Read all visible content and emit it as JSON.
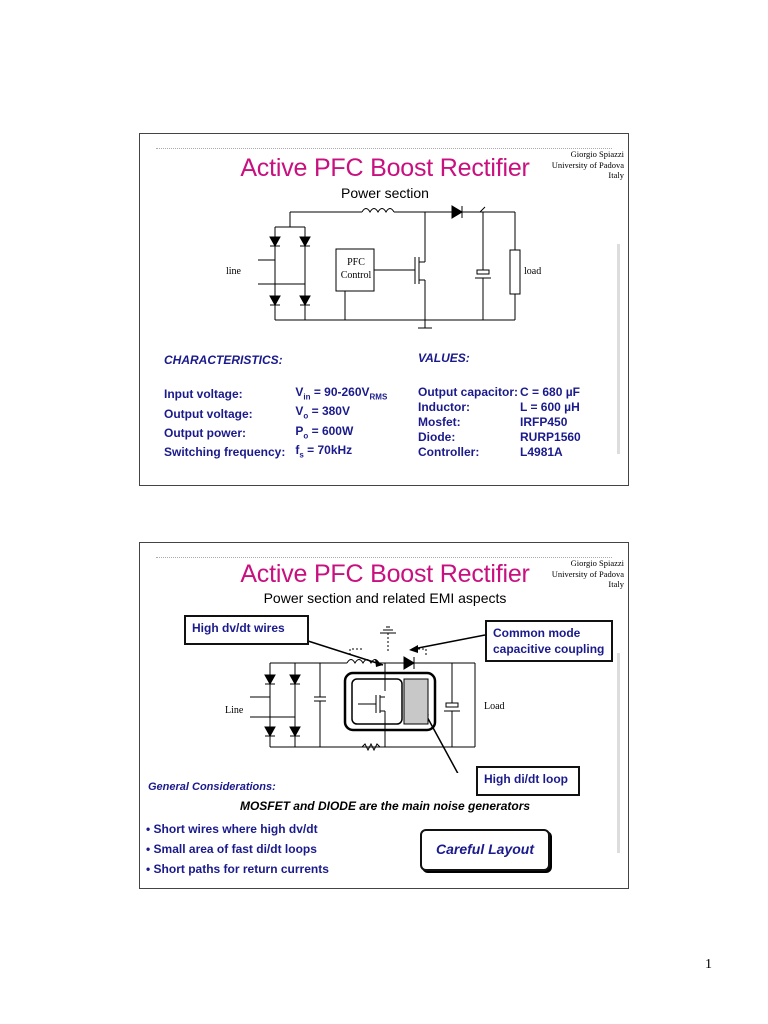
{
  "slide1": {
    "author": [
      "Giorgio Spiazzi",
      "University of Padova",
      "Italy"
    ],
    "title": "Active PFC Boost Rectifier",
    "subtitle": "Power section",
    "diagram_labels": {
      "line": "line",
      "pfc_control": [
        "PFC",
        "Control"
      ],
      "load": "load"
    },
    "characteristics_heading": "CHARACTERISTICS:",
    "values_heading": "VALUES:",
    "characteristics": [
      {
        "label": "Input voltage:",
        "symbol": "V",
        "sub": "in",
        "value": " = 90-260V",
        "value_sub": "RMS"
      },
      {
        "label": "Output voltage:",
        "symbol": "V",
        "sub": "o",
        "value": " = 380V",
        "value_sub": ""
      },
      {
        "label": "Output power:",
        "symbol": "P",
        "sub": "o",
        "value": " = 600W",
        "value_sub": ""
      },
      {
        "label": "Switching frequency:",
        "symbol": "f",
        "sub": "s",
        "value": " = 70kHz",
        "value_sub": ""
      }
    ],
    "values": [
      {
        "label": "Output capacitor:",
        "value": "C = 680 µF"
      },
      {
        "label": "Inductor:",
        "value": "L = 600 µH"
      },
      {
        "label": "Mosfet:",
        "value": "IRFP450"
      },
      {
        "label": "Diode:",
        "value": "RURP1560"
      },
      {
        "label": "Controller:",
        "value": "L4981A"
      }
    ]
  },
  "slide2": {
    "author": [
      "Giorgio Spiazzi",
      "University of Padova",
      "Italy"
    ],
    "title": "Active PFC Boost Rectifier",
    "subtitle": "Power section and related EMI aspects",
    "callouts": {
      "dvdt": "High dv/dt wires",
      "common_mode": [
        "Common mode",
        "capacitive coupling"
      ],
      "didt": "High di/dt loop",
      "careful": "Careful Layout"
    },
    "diagram_labels": {
      "line": "Line",
      "load": "Load"
    },
    "general_heading": "General Considerations:",
    "noise_statement": "MOSFET and DIODE are the main noise generators",
    "bullets": [
      "Short wires where high dv/dt",
      "Small area of fast di/dt loops",
      "Short paths for return currents"
    ]
  },
  "page_number": "1",
  "colors": {
    "title": "#c8107f",
    "body_text": "#1a1a8c",
    "border": "#444444"
  }
}
